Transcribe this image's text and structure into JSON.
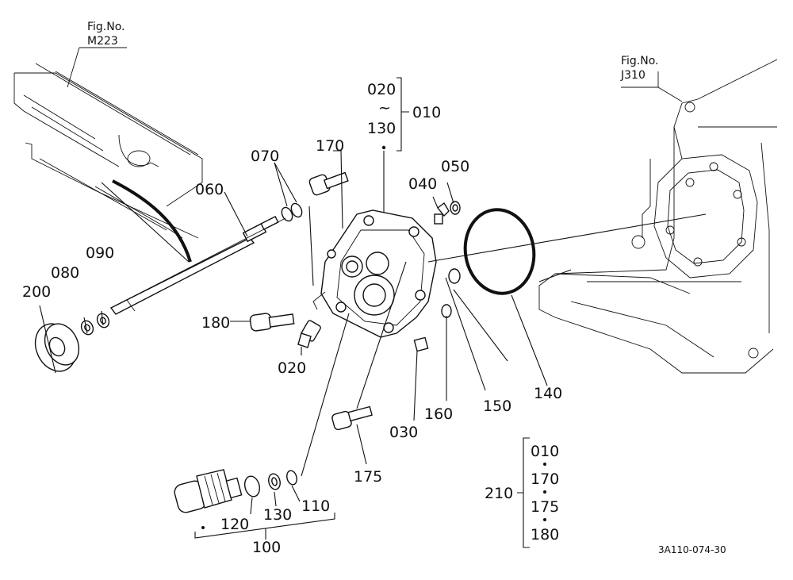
{
  "figure_refs": {
    "left": {
      "label": "Fig.No.",
      "number": "M223"
    },
    "right": {
      "label": "Fig.No.",
      "number": "J310"
    }
  },
  "drawing_code": "3A110-074-30",
  "parts": {
    "p010": "010",
    "p020_top": "020",
    "tilde": "~",
    "p130_top": "130",
    "p170": "170",
    "p070": "070",
    "p060": "060",
    "p040": "040",
    "p050": "050",
    "p090": "090",
    "p080": "080",
    "p200": "200",
    "p180": "180",
    "p020": "020",
    "p030": "030",
    "p160": "160",
    "p150": "150",
    "p140": "140",
    "p175": "175",
    "p120": "120",
    "p130": "130",
    "p110": "110",
    "p100": "100"
  },
  "assembly_210": {
    "label": "210",
    "items": [
      "010",
      "170",
      "175",
      "180"
    ]
  }
}
